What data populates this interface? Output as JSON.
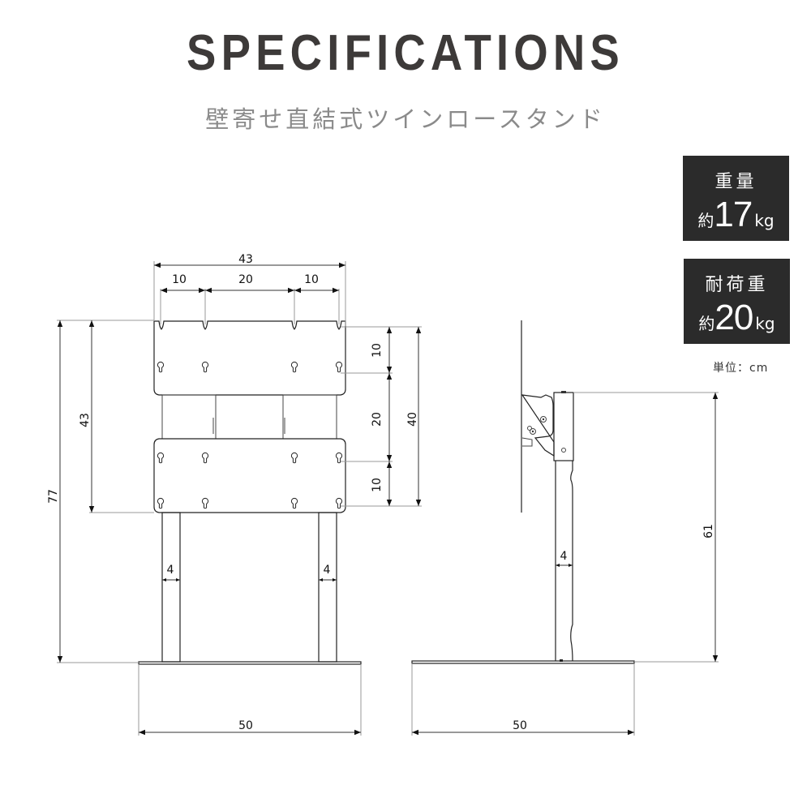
{
  "header": {
    "title": "SPECIFICATIONS",
    "subtitle": "壁寄せ直結式ツインロースタンド"
  },
  "specs": [
    {
      "label": "重量",
      "prefix": "約",
      "value": "17",
      "unit": "kg"
    },
    {
      "label": "耐荷重",
      "prefix": "約",
      "value": "20",
      "unit": "kg"
    }
  ],
  "unit_note": "単位：cm",
  "colors": {
    "title": "#3d3a39",
    "subtitle": "#8a8a8a",
    "spec_box_bg": "#2b2b2b",
    "spec_box_text": "#ffffff"
  },
  "front_view": {
    "dims": {
      "top_width": "43",
      "hole_spacing_left": "10",
      "hole_spacing_mid": "20",
      "hole_spacing_right": "10",
      "right_upper": "10",
      "right_mid": "20",
      "right_lower": "10",
      "right_total": "40",
      "left_plate_height": "43",
      "total_height": "77",
      "leg_left_width": "4",
      "leg_right_width": "4",
      "base_width": "50"
    }
  },
  "side_view": {
    "dims": {
      "pole_width": "4",
      "pole_height": "61",
      "base_width": "50"
    }
  }
}
